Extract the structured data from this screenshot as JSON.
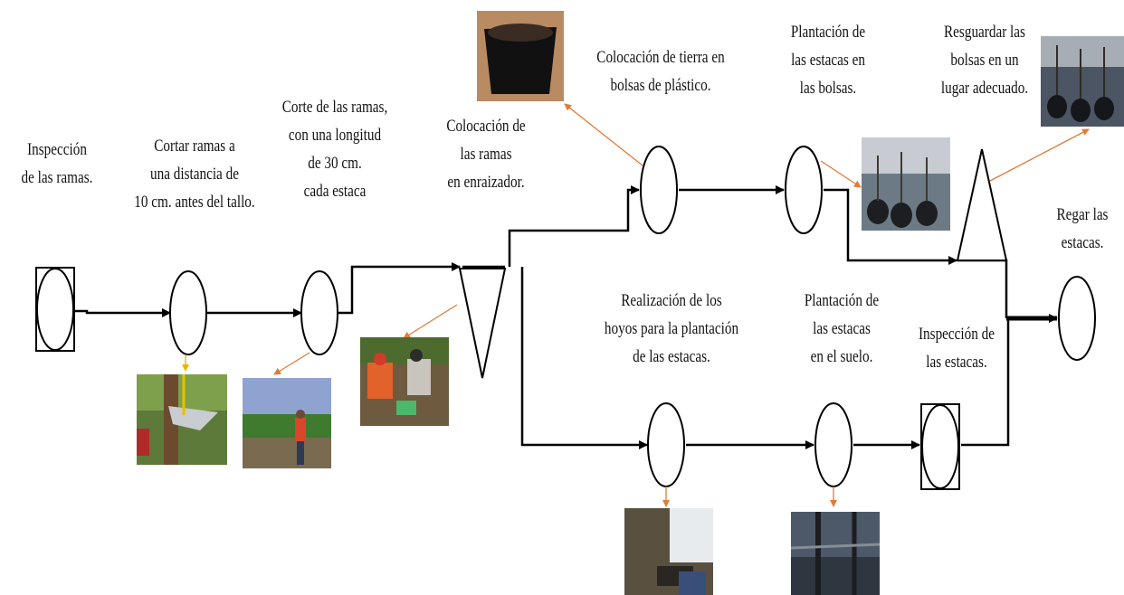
{
  "diagram": {
    "steps": {
      "inspeccion_ramas": [
        "Inspección",
        "de las ramas."
      ],
      "cortar_ramas": [
        "Cortar ramas a",
        "una distancia de",
        "10 cm. antes del tallo."
      ],
      "corte_ramas": [
        "Corte de las ramas,",
        "con una longitud",
        "de 30 cm.",
        "cada estaca"
      ],
      "colocacion_ramas": [
        "Colocación de",
        "las ramas",
        "en enraizador."
      ],
      "colocacion_tierra": [
        "Colocación de tierra en",
        "bolsas de plástico."
      ],
      "plantacion_bolsas": [
        "Plantación de",
        "las estacas en",
        "las bolsas."
      ],
      "resguardar": [
        "Resguardar las",
        "bolsas en un",
        "lugar adecuado."
      ],
      "regar": [
        "Regar las",
        "estacas."
      ],
      "realizacion_hoyos": [
        "Realización de los",
        "hoyos para la plantación",
        "de las estacas."
      ],
      "plantacion_suelo": [
        "Plantación de",
        "las estacas",
        "en el suelo."
      ],
      "inspeccion_estacas": [
        "Inspección de",
        "las estacas."
      ]
    },
    "colors": {
      "line": "#000000",
      "pointer": "#e07b39",
      "pointer_yellow": "#e8b400"
    }
  }
}
